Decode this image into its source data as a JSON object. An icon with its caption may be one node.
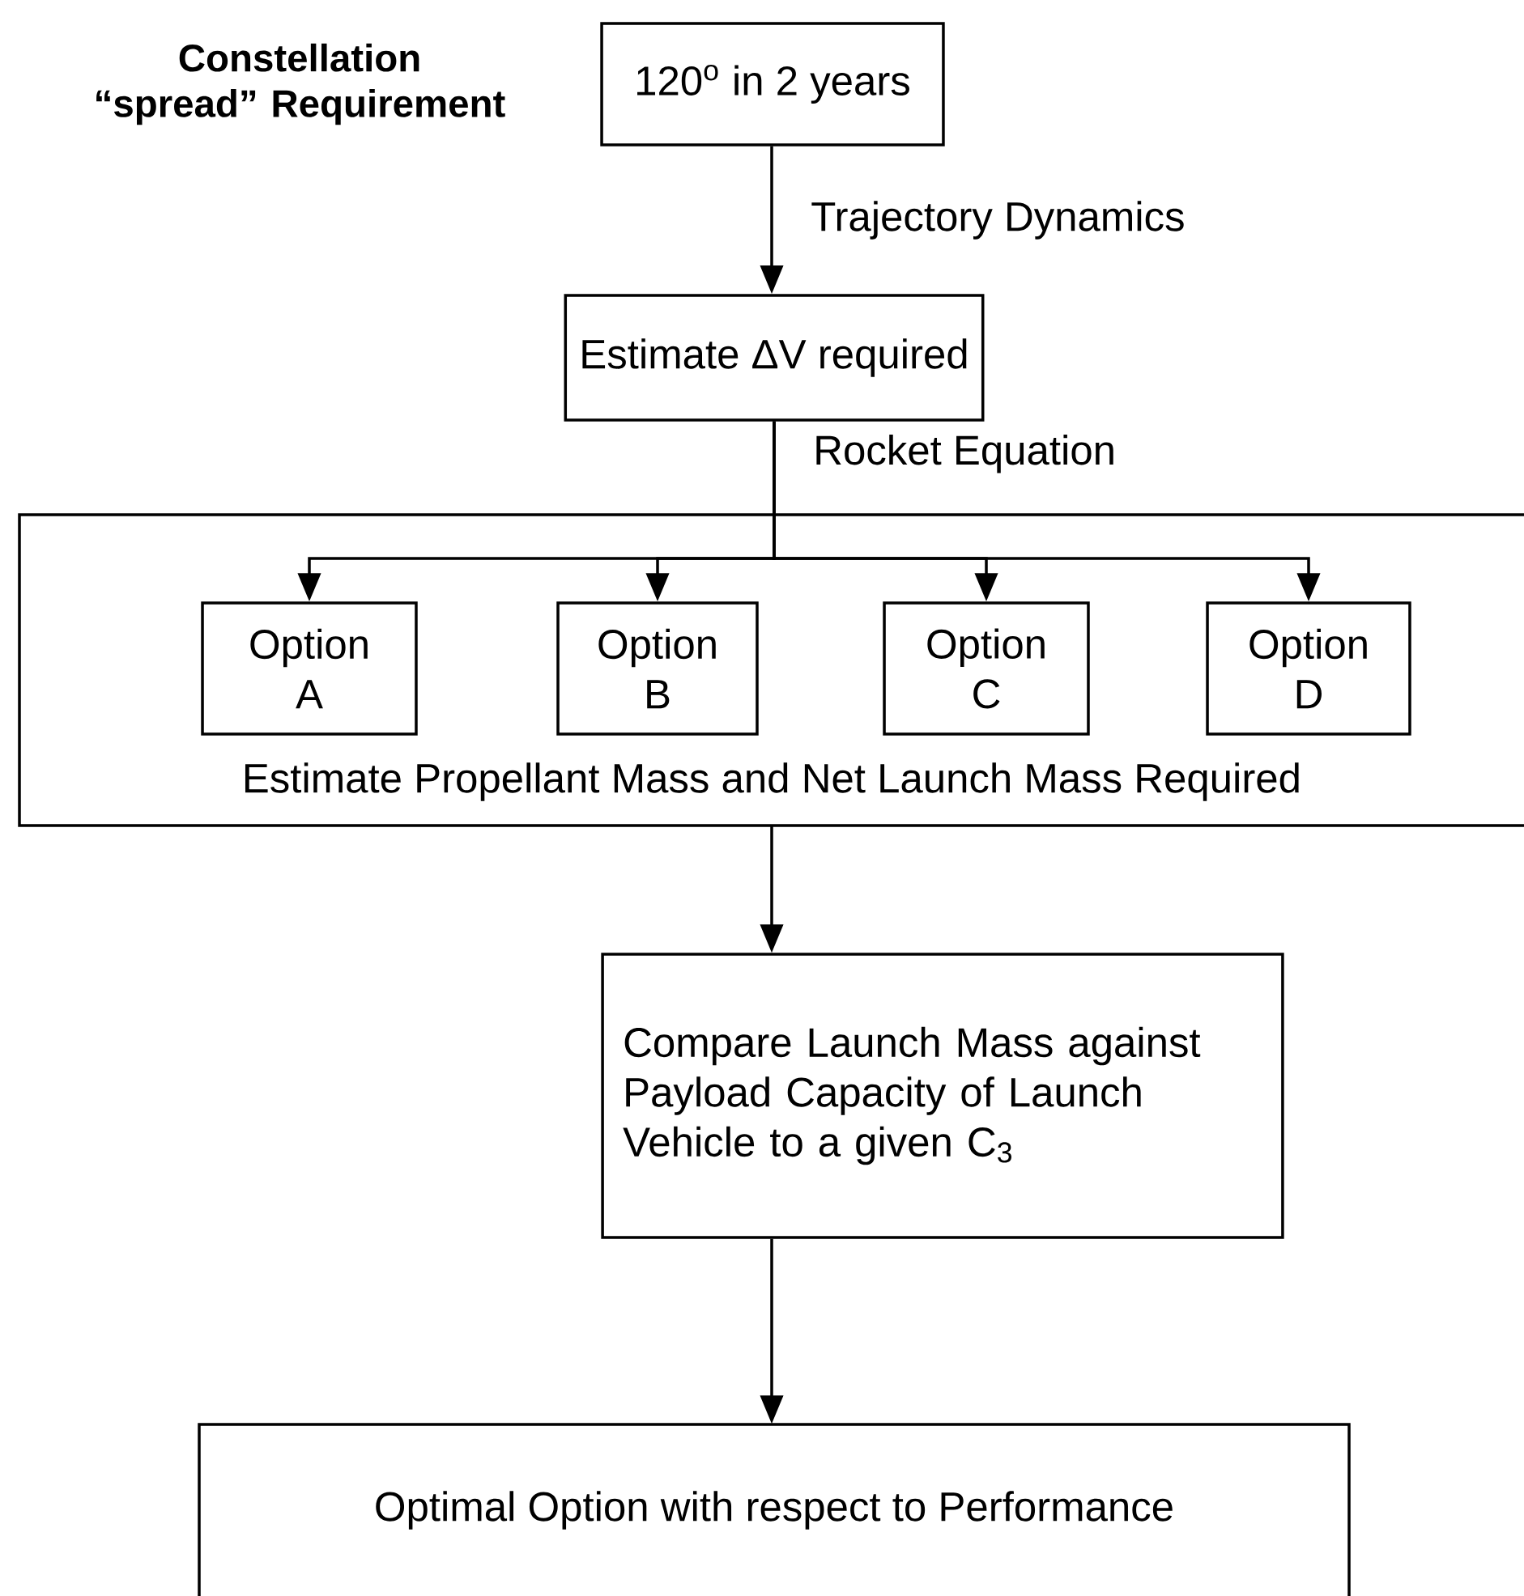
{
  "diagram": {
    "nodes": [
      {
        "text": [
          "120$^{o}$ in 2 years"
        ],
        "beside": [
          "Constellation “spread” Requirement"
        ]
      },
      {
        "text": [
          "Estimate ΔV required"
        ]
      },
      {
        "text": [
          "Estimate Propellant Mass and Net Launch Mass Required"
        ]
      },
      {
        "text": [
          "Option A"
        ],
        "in": 2
      },
      {
        "text": [
          "Option B"
        ],
        "in": 2
      },
      {
        "text": [
          "Option C"
        ],
        "in": 2
      },
      {
        "text": [
          "Option D"
        ],
        "in": 2
      },
      {
        "text": [
          "Compare Launch Mass against Payload Capacity of Launch Vehicle to a given C$_{3}$"
        ]
      },
      {
        "text": [
          "Optimal Option with respect to Performance"
        ]
      }
    ],
    "edges": [
      {
        "from": 0,
        "to": 1,
        "arrow": "to",
        "label": "Trajectory Dynamics"
      },
      {
        "from": 1,
        "to": 3,
        "arrow": "to",
        "label": "Rocket Equation"
      },
      {
        "from": 1,
        "to": 4,
        "arrow": "to"
      },
      {
        "from": 1,
        "to": 5,
        "arrow": "to"
      },
      {
        "from": 1,
        "to": 6,
        "arrow": "to"
      },
      {
        "from": 2,
        "to": 7,
        "arrow": "to"
      },
      {
        "from": 7,
        "to": 8,
        "arrow": "to"
      }
    ]
  }
}
